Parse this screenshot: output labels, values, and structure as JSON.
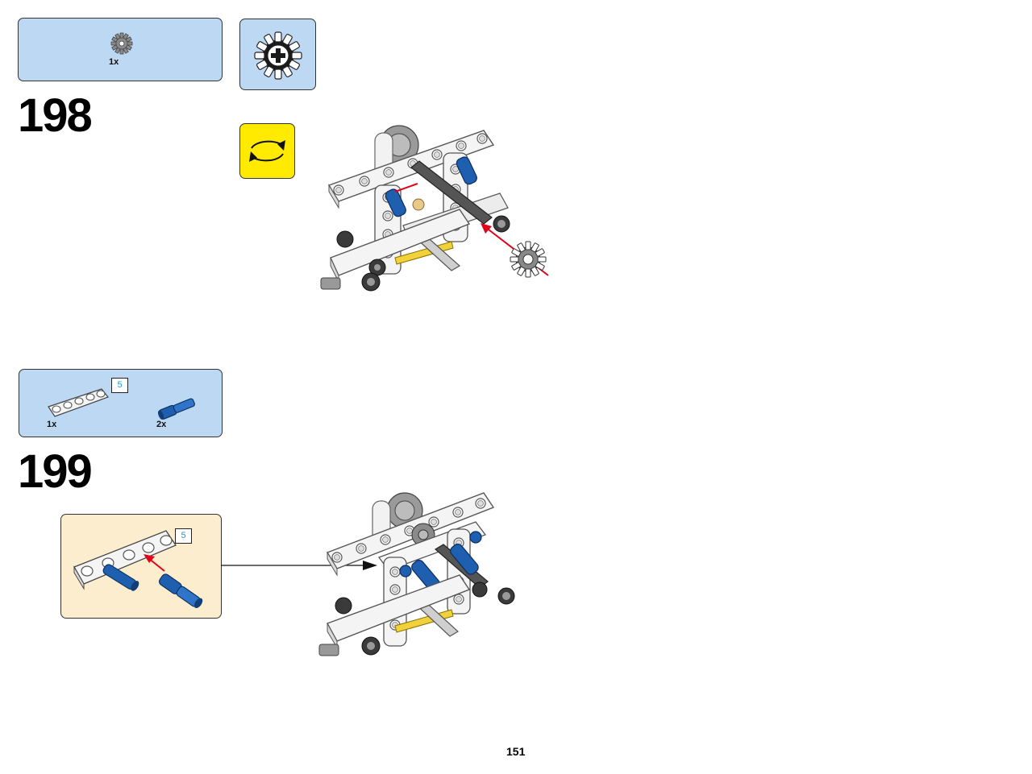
{
  "page": {
    "number": "151"
  },
  "steps": [
    {
      "number": "198",
      "parts": [
        {
          "quantity": "1x",
          "icon": "gear-12-tooth-icon"
        }
      ],
      "callout": {
        "icon": "gear-12-tooth-icon"
      },
      "rotate_hint": {
        "icon": "rotate-model-icon",
        "color": "#ffea00"
      }
    },
    {
      "number": "199",
      "parts": [
        {
          "quantity": "1x",
          "icon": "liftarm-5-icon",
          "length_badge": "5"
        },
        {
          "quantity": "2x",
          "icon": "blue-axle-pin-icon"
        }
      ],
      "subassembly": {
        "length_badge": "5"
      }
    }
  ],
  "colors": {
    "parts_box": "#bcd8f3",
    "subassembly_box": "#fdedcf",
    "arrow_red": "#e2001a",
    "pin_blue": "#1f5fb0",
    "length_badge_text": "#1d9bd7"
  }
}
